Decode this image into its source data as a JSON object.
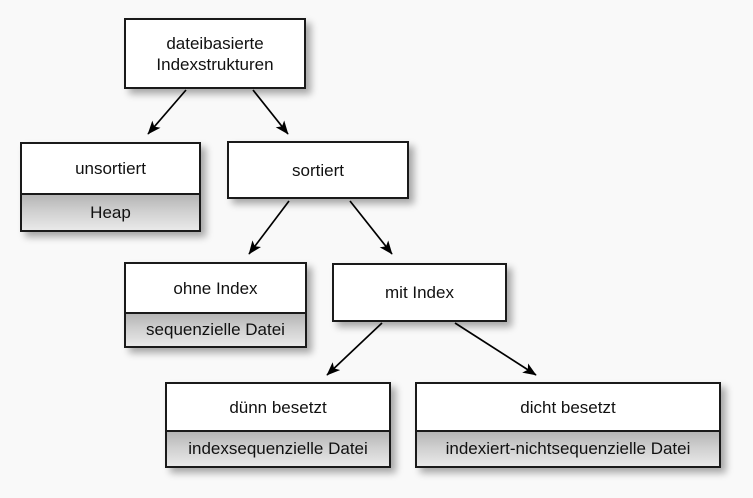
{
  "diagram": {
    "background_color": "#f9f9f9",
    "border_color": "#1a1a1a",
    "sub_fill_top": "#b5b5b5",
    "sub_fill_bottom": "#e9e9e9",
    "edge_color": "#000000",
    "nodes": [
      {
        "id": "root",
        "title": "dateibasierte\nIndexstrukturen",
        "sub": null
      },
      {
        "id": "unsortiert",
        "title": "unsortiert",
        "sub": "Heap"
      },
      {
        "id": "sortiert",
        "title": "sortiert",
        "sub": null
      },
      {
        "id": "ohne-index",
        "title": "ohne Index",
        "sub": "sequenzielle Datei"
      },
      {
        "id": "mit-index",
        "title": "mit Index",
        "sub": null
      },
      {
        "id": "duenn-besetzt",
        "title": "dünn besetzt",
        "sub": "indexsequenzielle Datei"
      },
      {
        "id": "dicht-besetzt",
        "title": "dicht besetzt",
        "sub": "indexiert-nichtsequenzielle Datei"
      }
    ],
    "edges": [
      {
        "from": "root",
        "to": "unsortiert"
      },
      {
        "from": "root",
        "to": "sortiert"
      },
      {
        "from": "sortiert",
        "to": "ohne-index"
      },
      {
        "from": "sortiert",
        "to": "mit-index"
      },
      {
        "from": "mit-index",
        "to": "duenn-besetzt"
      },
      {
        "from": "mit-index",
        "to": "dicht-besetzt"
      }
    ]
  }
}
